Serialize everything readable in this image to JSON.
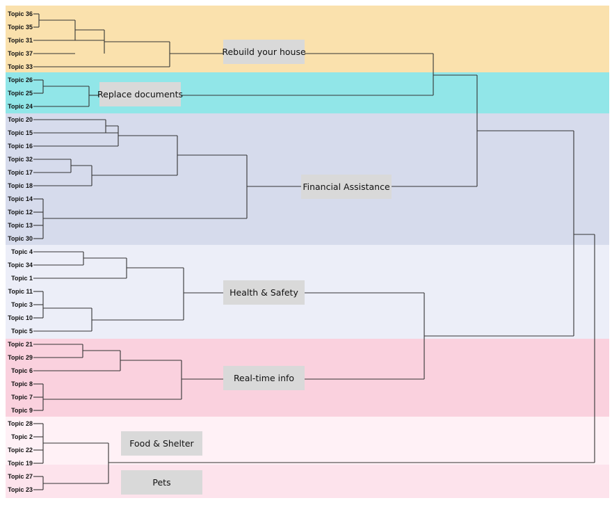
{
  "bands": [
    {
      "name": "band-rebuild",
      "color": "#fae1ad"
    },
    {
      "name": "band-documents",
      "color": "#91e6e8"
    },
    {
      "name": "band-financial",
      "color": "#d6dbec"
    },
    {
      "name": "band-health",
      "color": "#eceef8"
    },
    {
      "name": "band-realtime",
      "color": "#fad1de"
    },
    {
      "name": "band-food",
      "color": "#fff1f6"
    },
    {
      "name": "band-pets",
      "color": "#fde3ec"
    }
  ],
  "leaves": [
    "Topic 36",
    "Topic 35",
    "Topic 31",
    "Topic 37",
    "Topic 33",
    "Topic 26",
    "Topic 25",
    "Topic 24",
    "Topic 20",
    "Topic 15",
    "Topic 16",
    "Topic 32",
    "Topic 17",
    "Topic 18",
    "Topic 14",
    "Topic 12",
    "Topic 13",
    "Topic 30",
    "Topic 4",
    "Topic 34",
    "Topic 1",
    "Topic 11",
    "Topic 3",
    "Topic 10",
    "Topic 5",
    "Topic 21",
    "Topic 29",
    "Topic 6",
    "Topic 8",
    "Topic 7",
    "Topic 9",
    "Topic 28",
    "Topic 2",
    "Topic 22",
    "Topic 19",
    "Topic 27",
    "Topic 23"
  ],
  "clusters": [
    {
      "name": "rebuild-your-house",
      "label": "Rebuild your house"
    },
    {
      "name": "replace-documents",
      "label": "Replace documents"
    },
    {
      "name": "financial-assistance",
      "label": "Financial Assistance"
    },
    {
      "name": "health-safety",
      "label": "Health & Safety"
    },
    {
      "name": "real-time-info",
      "label": "Real-time info"
    },
    {
      "name": "food-shelter",
      "label": "Food & Shelter"
    },
    {
      "name": "pets",
      "label": "Pets"
    }
  ],
  "colors": {
    "label_box": "#d9d9d9",
    "line": "#333333"
  }
}
